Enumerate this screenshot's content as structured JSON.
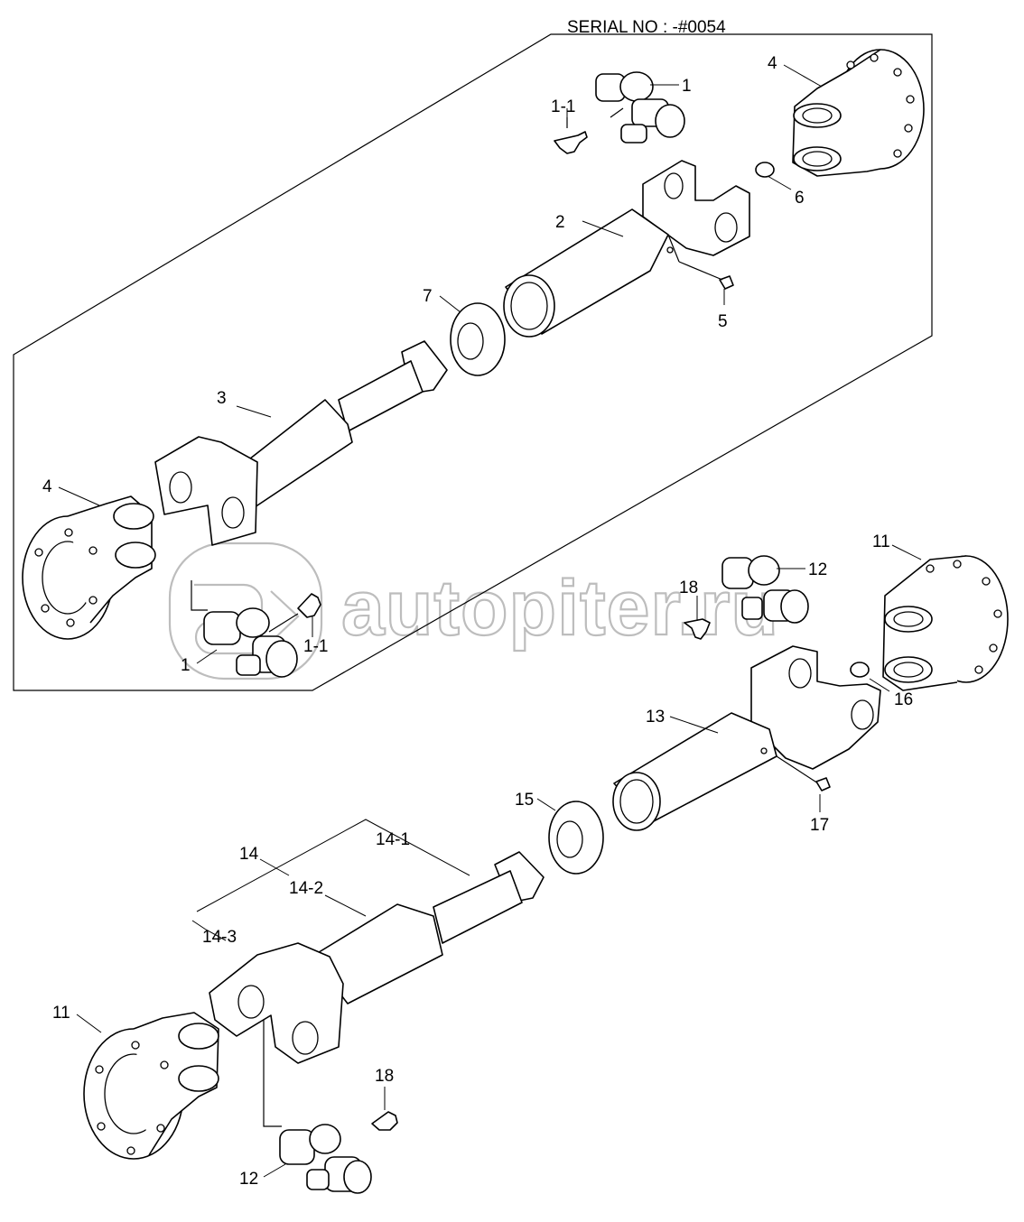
{
  "header": {
    "serial": "SERIAL NO : -#0054"
  },
  "watermark": {
    "text": "autopiter.ru",
    "logo": "a-arrow-logo"
  },
  "callouts": {
    "a_1_top": "1",
    "a_1_1_top": "1-1",
    "a_4_top": "4",
    "a_6": "6",
    "a_2": "2",
    "a_7": "7",
    "a_5": "5",
    "a_3": "3",
    "a_4_left": "4",
    "a_1_bottom": "1",
    "a_1_1_bottom": "1-1",
    "b_11_right": "11",
    "b_12_top": "12",
    "b_18_top": "18",
    "b_16": "16",
    "b_13": "13",
    "b_15": "15",
    "b_17": "17",
    "b_14": "14",
    "b_14_1": "14-1",
    "b_14_2": "14-2",
    "b_14_3": "14-3",
    "b_11_left": "11",
    "b_18_bottom": "18",
    "b_12_bottom": "12"
  }
}
